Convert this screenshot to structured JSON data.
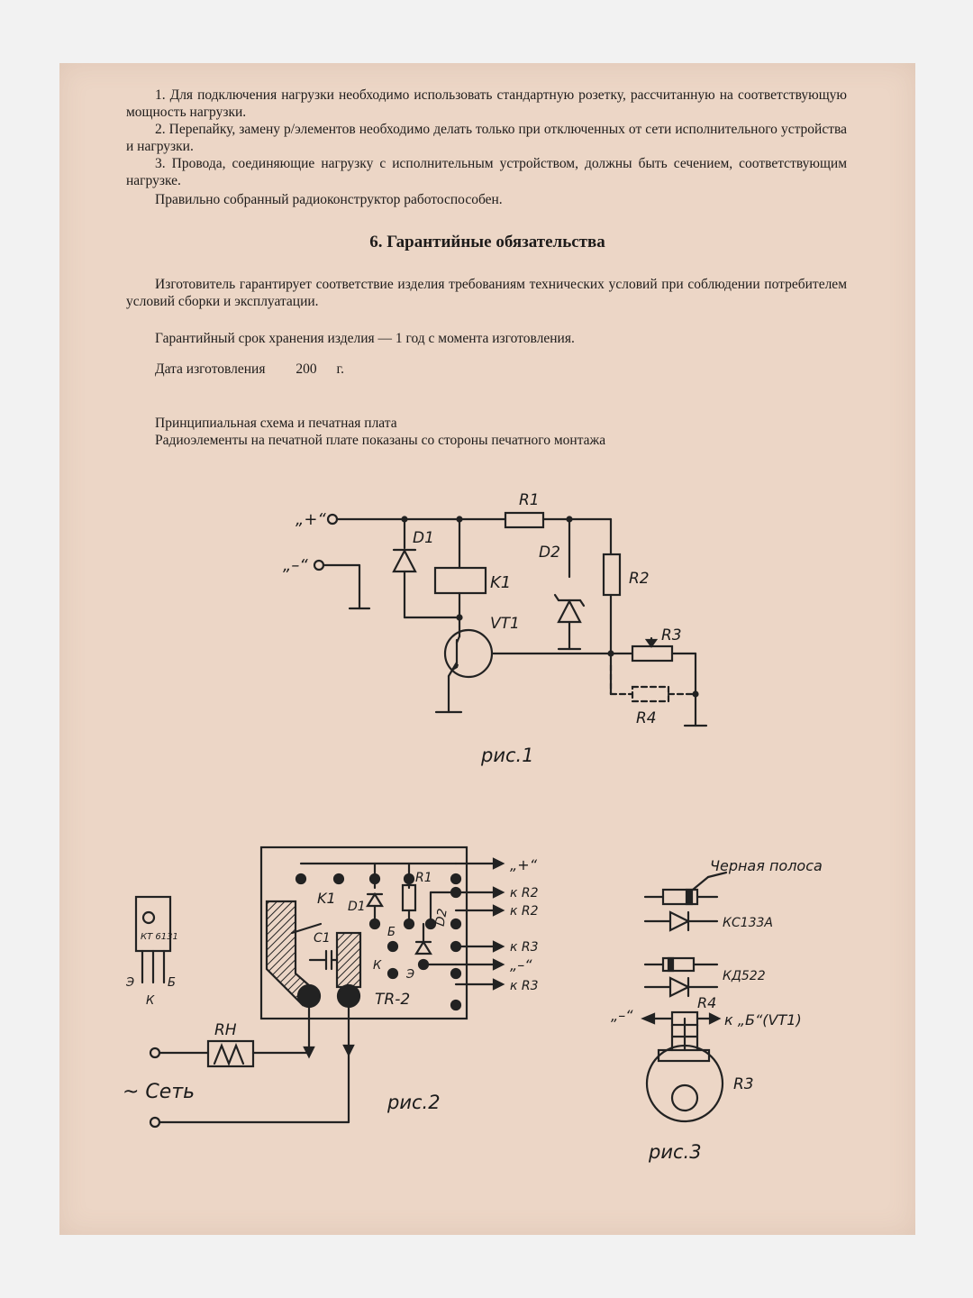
{
  "instructions": [
    "1. Для подключения нагрузки необходимо использовать стандартную розетку, рассчитанную на соответствующую мощность нагрузки.",
    "2. Перепайку, замену р/элементов необходимо делать только при отключенных от сети исполнительного устройства и нагрузки.",
    "3. Провода, соединяющие нагрузку с исполнительным устройством, должны быть сечением, соответствующим нагрузке.",
    "Правильно собранный радиоконструктор работоспособен."
  ],
  "section": {
    "title": "6. Гарантийные обязательства",
    "guarantee": "Изготовитель гарантирует соответствие изделия требованиям технических условий при соблюдении потребителем условий сборки и эксплуатации.",
    "shelf_life": "Гарантийный срок хранения изделия — 1 год с момента изготовления.",
    "date_label": "Дата изготовления",
    "date_year": "200",
    "date_suffix": "г."
  },
  "schematic_notes": {
    "line1": "Принципиальная схема и печатная плата",
    "line2": "Радиоэлементы на печатной плате показаны со стороны печатного монтажа"
  },
  "fig1": {
    "caption": "рис.1",
    "labels": {
      "plus": "„+“",
      "minus": "„–“",
      "D1": "D1",
      "K1": "K1",
      "R1": "R1",
      "D2": "D2",
      "R2": "R2",
      "VT1": "VT1",
      "R3": "R3",
      "R4": "R4"
    }
  },
  "fig2": {
    "caption": "рис.2",
    "labels": {
      "K1": "K1",
      "D1": "D1",
      "R1": "R1",
      "D2": "D2",
      "C1": "C1",
      "B": "Б",
      "K": "К",
      "E": "Э",
      "TR2": "TR-2",
      "plus": "„+“",
      "kR2a": "к R2",
      "kR2b": "к R2",
      "kR3a": "к R3",
      "minus": "„–“",
      "kR3b": "к R3",
      "RN": "RН",
      "mains": "~ Сеть",
      "transistor_code": "КТ 6131",
      "pin_e": "Э",
      "pin_b": "Б",
      "pin_k": "К"
    }
  },
  "fig3": {
    "caption": "рис.3",
    "labels": {
      "black_stripe": "Черная полоса",
      "kc133a": "КС133А",
      "kd522": "КД522",
      "minus": "„–“",
      "R4": "R4",
      "toB": "к „Б“(VT1)",
      "R3": "R3"
    }
  }
}
